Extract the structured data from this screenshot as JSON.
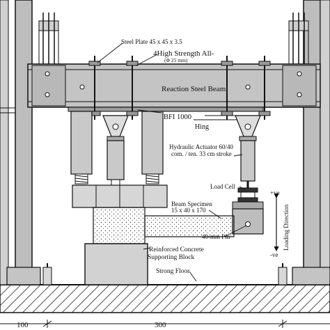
{
  "labels": {
    "steel_plate": "Steel Plate 45 x 45 x 3.5",
    "hs_bolts": "4High Strength All-",
    "bolt_dia": "(Φ 25 mm)",
    "reaction_beam": "Reaction Steel Beam",
    "bfi": "BFI 1000",
    "hinge": "Hing",
    "actuator_1": "Hydraulic Actuator 60/40",
    "actuator_2": "com. / ten. 33 cm stroke",
    "load_cell": "Load Cell",
    "beam_specimen_1": "Beam Specimen",
    "beam_specimen_2": "15 x 40 x 170",
    "pin": "40-mm Pin",
    "rc_block_1": "Reinforced Concrete",
    "rc_block_2": "Supporting Block",
    "strong_floor": "Strong Floor",
    "plus_ve": "+ve",
    "minus_ve": "-ve",
    "loading_direction": "Loading Direction",
    "dim_left": "100",
    "dim_mid": "300"
  },
  "colors": {
    "steel_gray": "#c4c4c4",
    "frame_gray": "#bdbdbd",
    "line": "#111111",
    "concrete_fill": "#e6e6e6"
  }
}
